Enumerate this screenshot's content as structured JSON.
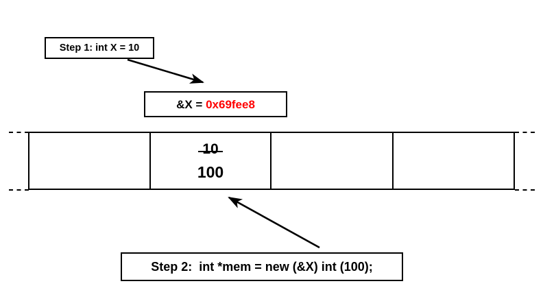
{
  "diagram": {
    "title": "Placement new memory diagram",
    "accent_color": "#ff0000",
    "line_color": "#000000",
    "background": "#ffffff"
  },
  "step1": {
    "label": "Step 1: int X = 10"
  },
  "address": {
    "label": "&X = ",
    "value": "0x69fee8"
  },
  "step2": {
    "label": "Step 2:  int *mem = new (&X) int (100);"
  },
  "memory": {
    "cells": [
      {
        "old_value": "",
        "new_value": ""
      },
      {
        "old_value": "10",
        "new_value": "100"
      },
      {
        "old_value": "",
        "new_value": ""
      },
      {
        "old_value": "",
        "new_value": ""
      }
    ]
  },
  "arrows": [
    {
      "name": "step1-to-address",
      "from": "step1-box",
      "to": "address-box",
      "direction": "down-right"
    },
    {
      "name": "step2-to-memory-cell",
      "from": "step2-box",
      "to": "memory-cell-1",
      "direction": "up-left"
    }
  ]
}
